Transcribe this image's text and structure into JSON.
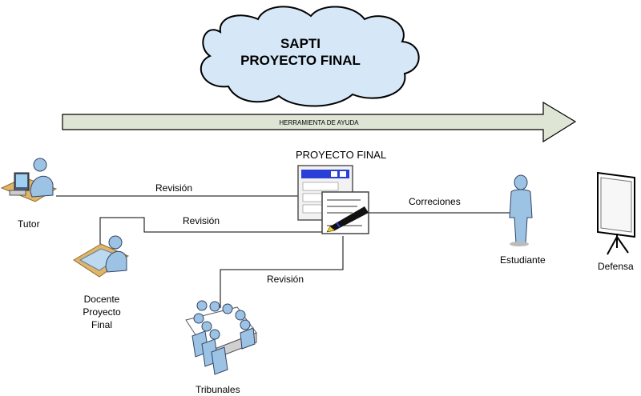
{
  "cloud": {
    "line1": "SAPTI",
    "line2": "PROYECTO FINAL"
  },
  "arrow": {
    "label": "HERRAMIENTA DE AYUDA",
    "fill": "#dfe5d4"
  },
  "document": {
    "title": "PROYECTO FINAL"
  },
  "connections": {
    "tutor": "Revisión",
    "docente": "Revisión",
    "tribunales": "Revisión",
    "estudiante": "Correciones"
  },
  "actors": {
    "tutor": "Tutor",
    "docente": [
      "Docente",
      "Proyecto",
      "Final"
    ],
    "tribunales": "Tribunales",
    "estudiante": "Estudiante",
    "defensa": "Defensa"
  },
  "colors": {
    "cloud_fill": "#d6e8f8",
    "person": "#9cc3e4",
    "window_bar": "#2a3fd8"
  }
}
